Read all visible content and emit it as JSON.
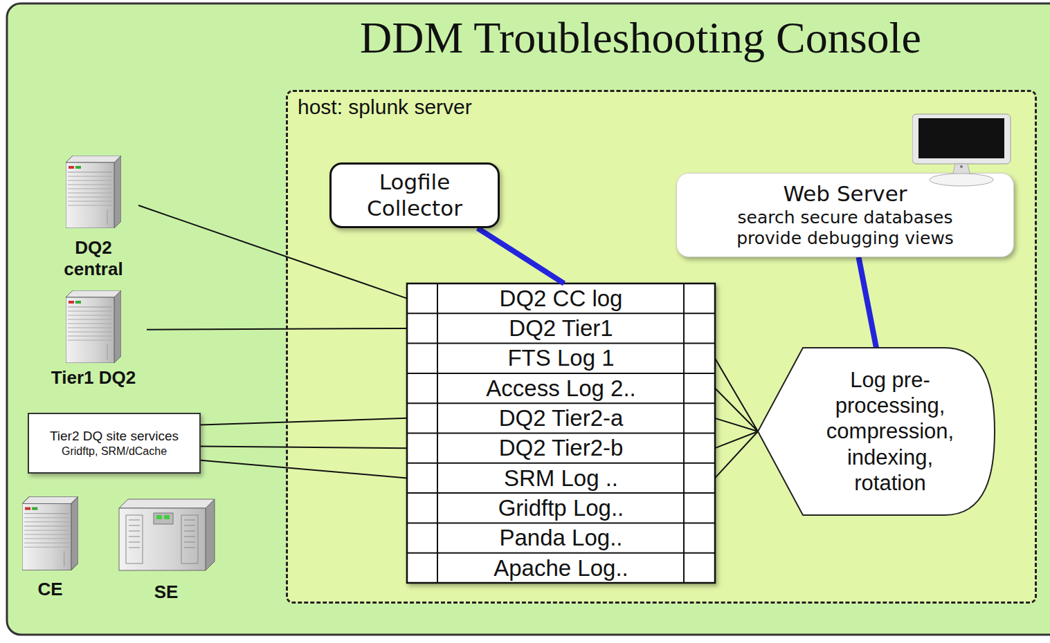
{
  "diagram": {
    "title": "DDM Troubleshooting Console",
    "nodes": [
      {
        "text": [
          "host: splunk server"
        ]
      },
      {
        "text": [
          "Logfile Collector"
        ],
        "in": 0
      },
      {
        "text": [
          "Web Server",
          "search secure databases provide debugging views"
        ],
        "in": 0
      },
      {
        "text": [
          "DQ2 CC log"
        ],
        "in": 0
      },
      {
        "text": [
          "DQ2 Tier1"
        ],
        "in": 0
      },
      {
        "text": [
          "FTS Log  1"
        ],
        "in": 0
      },
      {
        "text": [
          "Access Log 2.."
        ],
        "in": 0
      },
      {
        "text": [
          "DQ2 Tier2-a"
        ],
        "in": 0
      },
      {
        "text": [
          "DQ2 Tier2-b"
        ],
        "in": 0
      },
      {
        "text": [
          "SRM Log .."
        ],
        "in": 0
      },
      {
        "text": [
          "Gridftp Log.."
        ],
        "in": 0
      },
      {
        "text": [
          "Panda Log.."
        ],
        "in": 0
      },
      {
        "text": [
          "Apache Log.."
        ],
        "in": 0
      },
      {
        "text": [
          "Log pre-processing, compression, indexing, rotation"
        ],
        "in": 0
      },
      {
        "text": [
          "DQ2 central"
        ]
      },
      {
        "text": [
          "Tier1 DQ2"
        ]
      },
      {
        "text": [
          "Tier2 DQ site services",
          "Gridftp, SRM/dCache"
        ]
      },
      {
        "text": [
          "CE"
        ]
      },
      {
        "text": [
          "SE"
        ]
      }
    ],
    "edges": [
      {
        "from": 1,
        "to": 3,
        "arrow": "none"
      },
      {
        "from": 2,
        "to": 13,
        "arrow": "none"
      },
      {
        "from": 14,
        "to": 3,
        "arrow": "none"
      },
      {
        "from": 15,
        "to": 4,
        "arrow": "none"
      },
      {
        "from": 16,
        "to": 7,
        "arrow": "none"
      },
      {
        "from": 16,
        "to": 8,
        "arrow": "none"
      },
      {
        "from": 16,
        "to": 9,
        "arrow": "none"
      },
      {
        "from": 5,
        "to": 13,
        "arrow": "none"
      },
      {
        "from": 6,
        "to": 13,
        "arrow": "none"
      },
      {
        "from": 7,
        "to": 13,
        "arrow": "none"
      },
      {
        "from": 8,
        "to": 13,
        "arrow": "none"
      },
      {
        "from": 9,
        "to": 13,
        "arrow": "none"
      }
    ]
  }
}
